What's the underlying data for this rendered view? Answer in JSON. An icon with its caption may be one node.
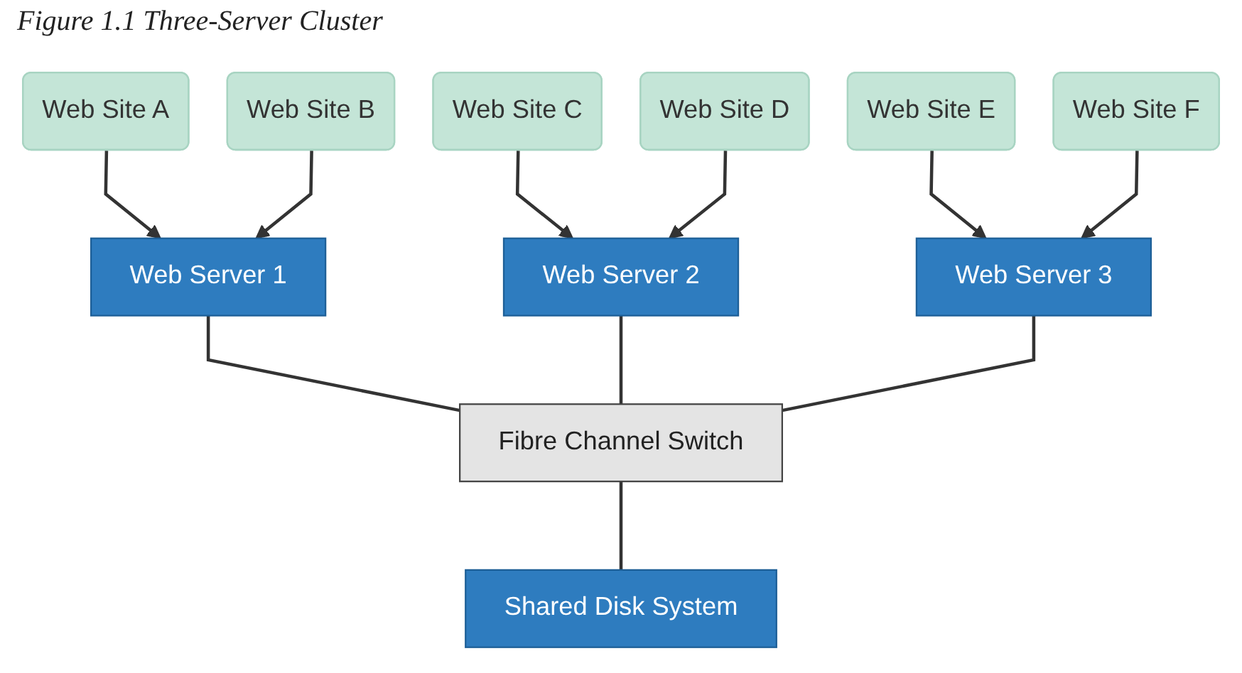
{
  "diagram": {
    "title": "Figure 1.1 Three-Server Cluster",
    "nodes": [
      {
        "text": [
          "Web Server 1"
        ]
      },
      {
        "text": [
          "Web Site A"
        ]
      },
      {
        "text": [
          "Web Site B"
        ]
      },
      {
        "text": [
          "Web Server 2"
        ]
      },
      {
        "text": [
          "Web Site C"
        ]
      },
      {
        "text": [
          "Web Site D"
        ]
      },
      {
        "text": [
          "Web Server 3"
        ]
      },
      {
        "text": [
          "Web Site E"
        ]
      },
      {
        "text": [
          "Web Site F"
        ]
      },
      {
        "text": [
          "Fibre Channel Switch"
        ]
      },
      {
        "text": [
          "Shared Disk System"
        ]
      }
    ],
    "edges": [
      {
        "from": 1,
        "to": 0,
        "arrow": "to"
      },
      {
        "from": 2,
        "to": 0,
        "arrow": "to"
      },
      {
        "from": 4,
        "to": 3,
        "arrow": "to"
      },
      {
        "from": 5,
        "to": 3,
        "arrow": "to"
      },
      {
        "from": 7,
        "to": 6,
        "arrow": "to"
      },
      {
        "from": 8,
        "to": 6,
        "arrow": "to"
      },
      {
        "from": 0,
        "to": 9,
        "arrow": "none"
      },
      {
        "from": 3,
        "to": 9,
        "arrow": "none"
      },
      {
        "from": 6,
        "to": 9,
        "arrow": "none"
      },
      {
        "from": 9,
        "to": 10,
        "arrow": "none"
      }
    ]
  }
}
